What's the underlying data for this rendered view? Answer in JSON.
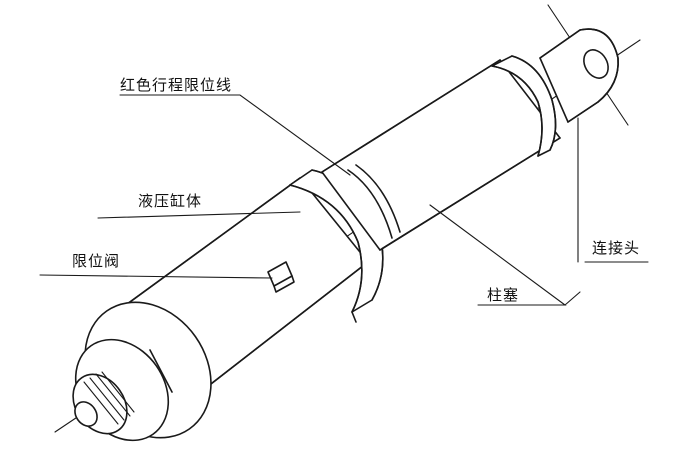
{
  "labels": {
    "stroke_limit_line": "红色行程限位线",
    "cylinder_body": "液压缸体",
    "limit_valve": "限位阀",
    "plunger": "柱塞",
    "connector": "连接头"
  },
  "colors": {
    "ink": "#1a1a1a",
    "paper": "#ffffff"
  }
}
